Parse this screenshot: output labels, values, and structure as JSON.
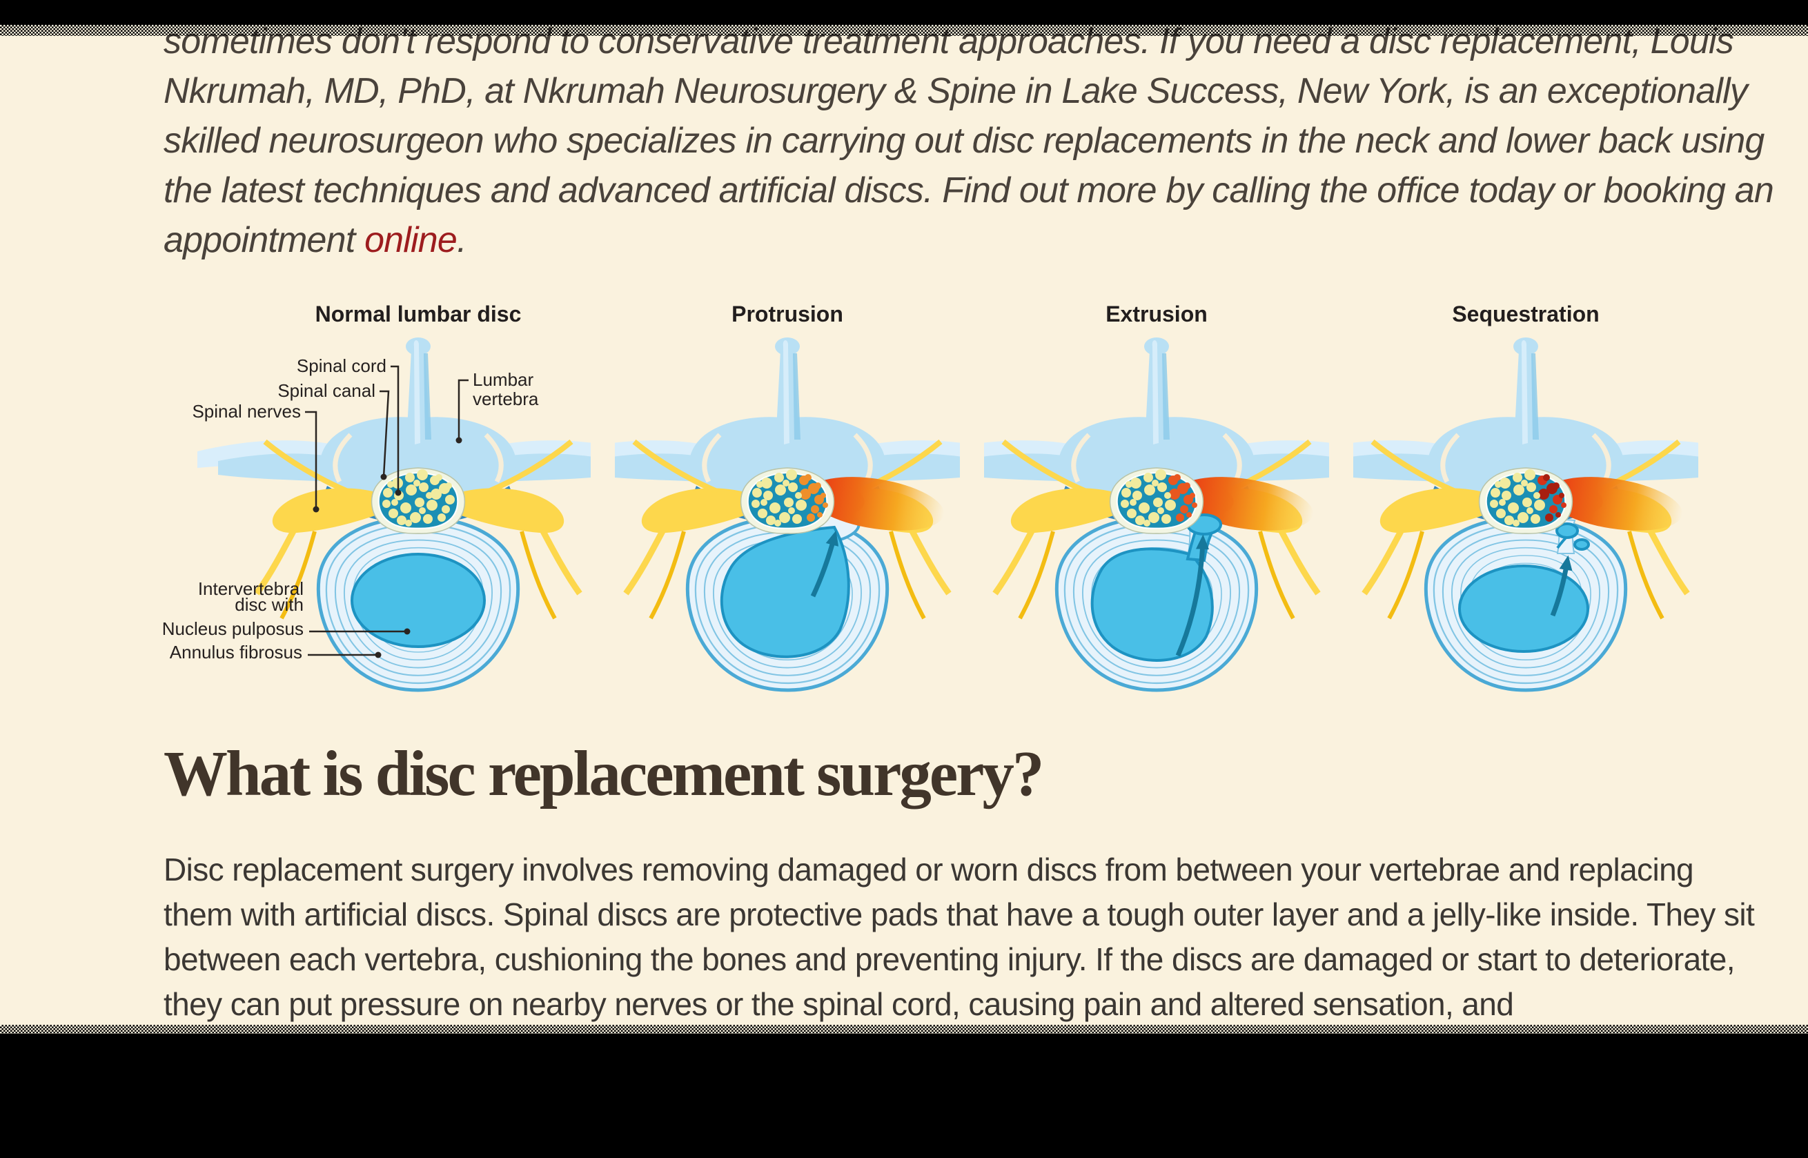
{
  "page": {
    "background_color": "#faf2de",
    "bar_color": "#000000"
  },
  "intro": {
    "text": "sometimes don't respond to conservative treatment approaches. If you need a disc replacement, Louis Nkrumah, MD, PhD, at Nkrumah Neurosurgery & Spine in Lake Success, New York, is an exceptionally skilled neurosurgeon who specializes in carrying out disc replacements in the neck and lower back using the latest techniques and advanced artificial discs. Find out more by calling the office today or booking an appointment ",
    "link_text": "online",
    "after_link": ".",
    "text_color": "#49423b",
    "link_color": "#9d1c1e"
  },
  "figure": {
    "panels": [
      {
        "id": "normal",
        "title": "Normal lumbar disc"
      },
      {
        "id": "protrusion",
        "title": "Protrusion"
      },
      {
        "id": "extrusion",
        "title": "Extrusion"
      },
      {
        "id": "sequestration",
        "title": "Sequestration"
      }
    ],
    "labels": {
      "spinal_cord": "Spinal cord",
      "spinal_canal": "Spinal canal",
      "spinal_nerves": "Spinal nerves",
      "lumbar_vertebra_1": "Lumbar",
      "lumbar_vertebra_2": "vertebra",
      "intervertebral_1": "Intervertebral",
      "intervertebral_2": "disc with",
      "nucleus_pulposus": "Nucleus pulposus",
      "annulus_fibrosus": "Annulus fibrosus"
    },
    "colors": {
      "bone_light": "#b9e0f4",
      "bone_pale": "#d9eefb",
      "bone_mid": "#8ecbea",
      "bone_deep": "#3487bd",
      "crescent_cream": "#f7eed8",
      "nerve_yellow": "#fdd74c",
      "nerve_gold": "#f3bc12",
      "canal_teal": "#1b8fb4",
      "canal_rim": "#f2f5e3",
      "cord_dot": "#f1eb9e",
      "disc_fill": "#e7f3fb",
      "disc_edge": "#4aa9d5",
      "disc_ring": "#82c5e4",
      "nucleus": "#49bfe7",
      "nucleus_edge": "#1d93c2",
      "inflammation_red": "#e93114",
      "inflammation_orange": "#f5a21b",
      "arrow": "#16789b",
      "cluster_protrusion": "#ef8f2b",
      "cluster_extrusion": "#e9571f",
      "cluster_sequestration": "#d63318",
      "cluster_sequestration_dark": "#a81f10"
    }
  },
  "section": {
    "heading": "What is disc replacement surgery?",
    "heading_color": "#41352a",
    "body": "Disc replacement surgery involves removing damaged or worn discs from between your vertebrae and replacing them with artificial discs. Spinal discs are protective pads that have a tough outer layer and a jelly-like inside. They sit between each vertebra, cushioning the bones and preventing injury. If the discs are damaged or start to deteriorate, they can put pressure on nearby nerves or the spinal cord, causing pain and altered sensation, and"
  }
}
